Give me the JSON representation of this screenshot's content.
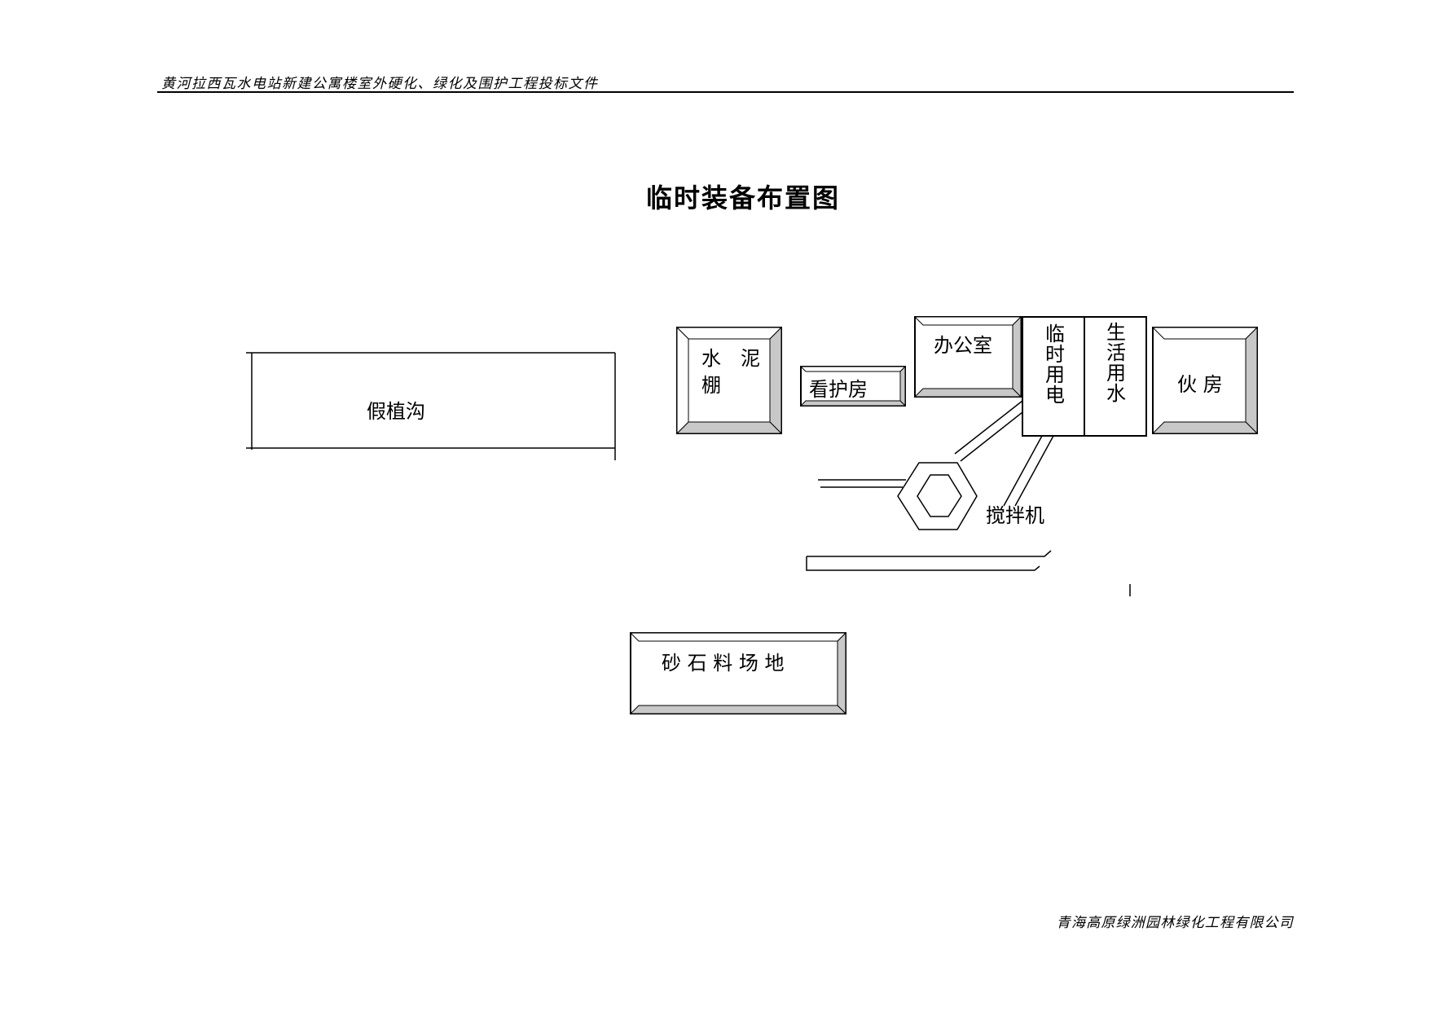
{
  "header": {
    "text": "黄河拉西瓦水电站新建公寓楼室外硬化、绿化及围护工程投标文件"
  },
  "title": "临时装备布置图",
  "diagram": {
    "trench": "假植沟",
    "cement_shed": {
      "line1": "水　泥",
      "line2": "棚"
    },
    "guard_room": "看护房",
    "office": "办公室",
    "temp_power": [
      "临",
      "时",
      "用",
      "电"
    ],
    "domestic_water": [
      "生",
      "活",
      "用",
      "水"
    ],
    "kitchen": "伙 房",
    "mixer": "搅拌机",
    "gravel_yard": "砂 石 料 场 地"
  },
  "footer": {
    "text": "青海高原绿洲园林绿化工程有限公司"
  }
}
